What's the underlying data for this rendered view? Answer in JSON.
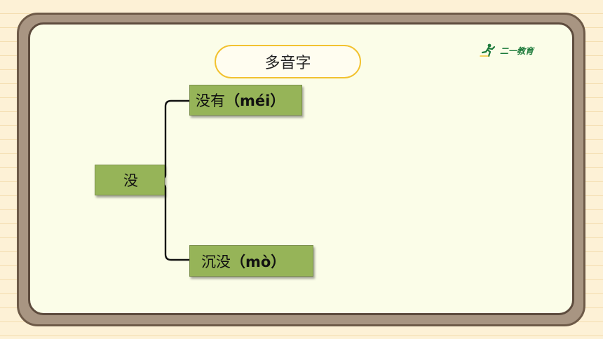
{
  "title": "多音字",
  "logo": {
    "text": "二一教育",
    "icon": "runner-icon",
    "color": "#1c7a3a"
  },
  "root": {
    "char": "没"
  },
  "branches": [
    {
      "word": "没有",
      "pinyin": "（méi）"
    },
    {
      "word": "沉没",
      "pinyin": "（mò）"
    }
  ],
  "colors": {
    "box": "#96b458",
    "pill_border": "#f2c230",
    "board": "#fbfde8",
    "frame": "#a89582"
  }
}
